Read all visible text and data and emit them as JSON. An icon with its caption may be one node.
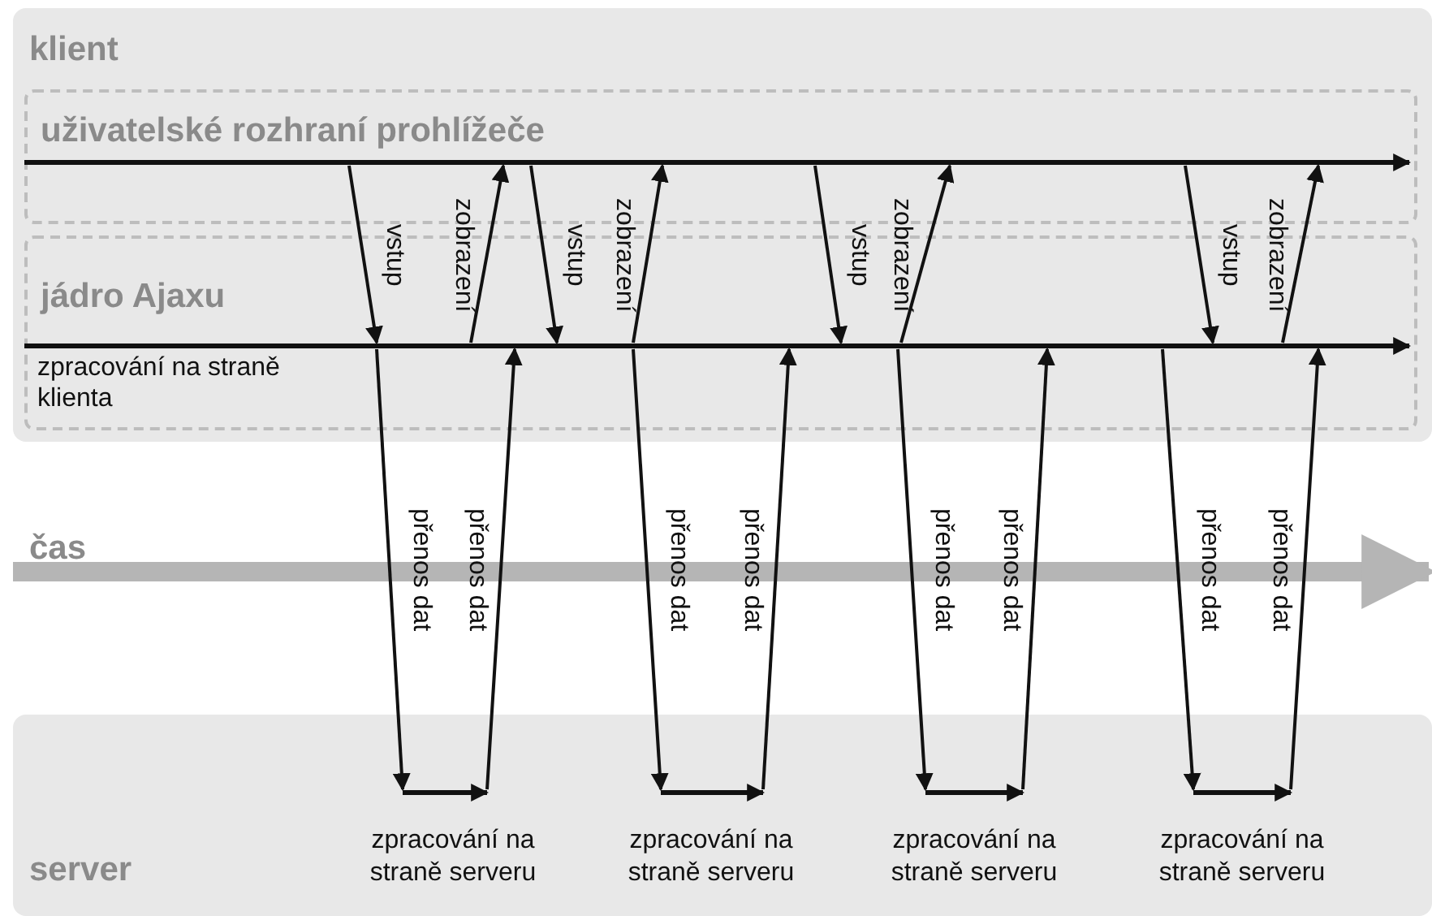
{
  "diagram": {
    "nodes": [
      {
        "text": [
          "klient"
        ]
      },
      {
        "text": [
          "uživatelské rozhraní prohlížeče"
        ],
        "in": 0
      },
      {
        "text": [
          "jádro Ajaxu",
          "zpracování na straně klienta"
        ],
        "in": 0
      },
      {
        "text": [
          "server"
        ]
      }
    ],
    "edges": [
      {
        "from": 1,
        "to": 2,
        "arrow": "to",
        "label": "vstup"
      },
      {
        "from": 2,
        "to": 3,
        "arrow": "to",
        "label": "přenos dat"
      },
      {
        "from": 3,
        "to": 2,
        "arrow": "to",
        "label": "přenos dat"
      },
      {
        "from": 2,
        "to": 1,
        "arrow": "to",
        "label": "zobrazení"
      },
      {
        "from": 1,
        "to": 2,
        "arrow": "to",
        "label": "vstup"
      },
      {
        "from": 2,
        "to": 3,
        "arrow": "to",
        "label": "přenos dat"
      },
      {
        "from": 3,
        "to": 2,
        "arrow": "to",
        "label": "přenos dat"
      },
      {
        "from": 2,
        "to": 1,
        "arrow": "to",
        "label": "zobrazení"
      },
      {
        "from": 1,
        "to": 2,
        "arrow": "to",
        "label": "vstup"
      },
      {
        "from": 2,
        "to": 3,
        "arrow": "to",
        "label": "přenos dat"
      },
      {
        "from": 3,
        "to": 2,
        "arrow": "to",
        "label": "přenos dat"
      },
      {
        "from": 2,
        "to": 1,
        "arrow": "to",
        "label": "zobrazení"
      },
      {
        "from": 1,
        "to": 2,
        "arrow": "to",
        "label": "vstup"
      },
      {
        "from": 2,
        "to": 3,
        "arrow": "to",
        "label": "přenos dat"
      },
      {
        "from": 3,
        "to": 2,
        "arrow": "to",
        "label": "přenos dat"
      },
      {
        "from": 2,
        "to": 1,
        "arrow": "to",
        "label": "zobrazení"
      }
    ],
    "labels": [
      "čas",
      "zpracování na straně serveru",
      "zpracování na straně serveru",
      "zpracování na straně serveru",
      "zpracování na straně serveru"
    ]
  }
}
